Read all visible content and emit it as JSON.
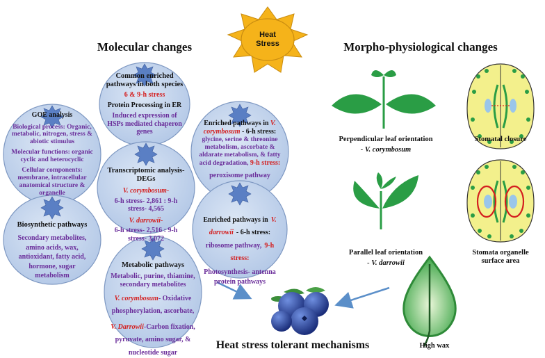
{
  "headings": {
    "molecular": "Molecular changes",
    "morpho": "Morpho-physiological changes",
    "tolerant": "Heat stress tolerant mechanisms",
    "sun_line1": "Heat",
    "sun_line2": "Stress"
  },
  "circles": {
    "common": {
      "title": "Common enriched pathways in both species",
      "stress": "6 & 9-h stress",
      "subtitle": "Protein  Processing in ER",
      "detail": "Induced expression of HSPs mediated chaperon genes"
    },
    "goe": {
      "title": "GOE analysis",
      "bp": "Biological process: Organic, metabolic, nitrogen, stress & abiotic stimulus",
      "mf": "Molecular functions: organic cyclic and heterocyclic",
      "cc": "Cellular components: membrane, intracellular anatomical structure & organelle"
    },
    "enriched_vc": {
      "lead": "Enriched pathways in",
      "species": "V. corymbosum",
      "stress6": "- 6-h stress:",
      "body": "glycine, serine & threonine metabolism, ascorbate & aldarate metabolism, & fatty acid degradation,",
      "stress9": "9-h stress:",
      "tail": "peroxisome pathway"
    },
    "transcriptomic": {
      "title": "Transcriptomic analysis-DEGs",
      "sp1": "V. corymbosum-",
      "sp1_vals": "6-h stress- 2,861 : 9-h stress- 4,565",
      "sp2": "V. darrowii-",
      "sp2_vals": "6-h stress- 2,516 : 9-h stress- 3,072"
    },
    "biosynthetic": {
      "title": "Biosynthetic pathways",
      "body": "Secondary metabolites, amino acids, wax, antioxidant, fatty acid, hormone, sugar metabolism"
    },
    "enriched_vd": {
      "lead": "Enriched pathways in",
      "species": "V. darrowii",
      "stress6": "- 6-h stress:",
      "body1": "ribosome pathway,",
      "stress9": "9-h stress:",
      "body2": "Photosynthesis- antenna protein pathways"
    },
    "metabolic": {
      "title": "Metabolic pathways",
      "body": "Metabolic, purine, thiamine, secondary metabolites",
      "sp1": "V. corymbosum",
      "sp1_body": "- Oxidative phosphorylation, ascorbate,",
      "sp2": "V. Darrowii",
      "sp2_body": "-Carbon fixation, pyruvate, amino sugar, & nucleotide sugar"
    }
  },
  "labels": {
    "perp": "Perpendicular leaf orientation",
    "perp_species": "- V. corymbosum",
    "parallel": "Parallel leaf orientation",
    "parallel_species": "- V. darrowii",
    "stomatal": "Stomatal closure",
    "organelle": "Stomata organelle surface area",
    "wax": "High wax"
  },
  "colors": {
    "circle_fill": "#c6d7ee",
    "circle_stroke": "#7e98c2",
    "sun": "#f5b31a",
    "leaf": "#2a9d45",
    "guard_cell": "#f3f08c",
    "arrow": "#5b8fc9"
  }
}
